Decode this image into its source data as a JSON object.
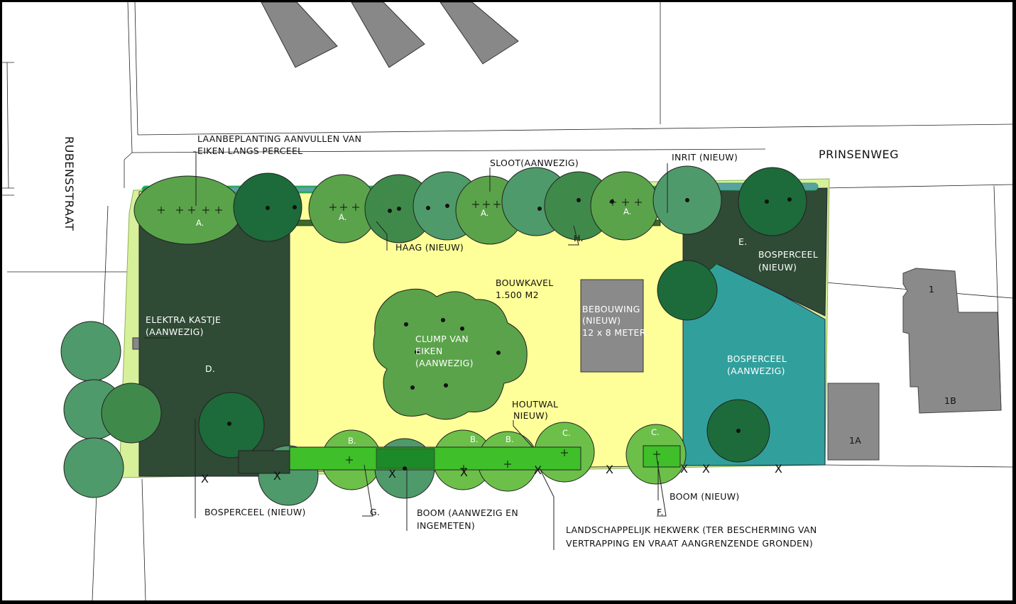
{
  "streets": {
    "rubensstraat": "RUBENSSTRAAT",
    "prinsenweg": "PRINSENWEG"
  },
  "plot": {
    "bouwkavel": "BOUWKAVEL",
    "area": "1.500 M2"
  },
  "building": {
    "line1": "BEBOUWING",
    "line2": "(NIEUW)",
    "line3": "12 x 8 METER"
  },
  "clump": {
    "line1": "CLUMP VAN",
    "line2": "EIKEN",
    "line3": "(AANWEZIG)"
  },
  "elektra": {
    "line1": "ELEKTRA KASTJE",
    "line2": "(AANWEZIG)"
  },
  "bosperceel_nieuw_e": {
    "line1": "BOSPERCEEL",
    "line2": "(NIEUW)"
  },
  "bosperceel_aanwezig": {
    "line1": "BOSPERCEEL",
    "line2": "(AANWEZIG)"
  },
  "annotations": {
    "laanbeplanting_1": "LAANBEPLANTING AANVULLEN VAN",
    "laanbeplanting_2": "EIKEN LANGS PERCEEL",
    "sloot": "SLOOT(AANWEZIG)",
    "inrit": "INRIT (NIEUW)",
    "haag": "HAAG (NIEUW)",
    "h": "H.",
    "houtwal_1": "HOUTWAL",
    "houtwal_2": "NIEUW)",
    "bosperceel_nieuw": "BOSPERCEEL (NIEUW)",
    "g": "G.",
    "boom_aanwezig_1": "BOOM (AANWEZIG EN",
    "boom_aanwezig_2": "INGEMETEN)",
    "boom_nieuw": "BOOM (NIEUW)",
    "f": "F.",
    "hekwerk_1": "LANDSCHAPPELIJK HEKWERK (TER BESCHERMING VAN",
    "hekwerk_2": "VERTRAPPING EN VRAAT AANGRENZENDE GRONDEN)"
  },
  "zone_letters": {
    "a1": "A.",
    "a2": "A.",
    "a3": "A.",
    "a4": "A.",
    "b1": "B.",
    "b2": "B.",
    "b3": "B.",
    "c1": "C.",
    "c2": "C.",
    "d": "D.",
    "e": "E."
  },
  "neighbours": {
    "n1": "1",
    "n1a": "1A",
    "n1b": "1B"
  },
  "colors": {
    "plot_yellow": "#ffff99",
    "verge_green": "#d7f09a",
    "dark_forest": "#2f4a35",
    "tree_medium": "#5aa34a",
    "tree_dark": "#1d6b3a",
    "tree_sage": "#4f9a6a",
    "water_teal": "#31a09c",
    "hedge_bright": "#3fbf2a",
    "building_grey": "#8a8a8a"
  }
}
